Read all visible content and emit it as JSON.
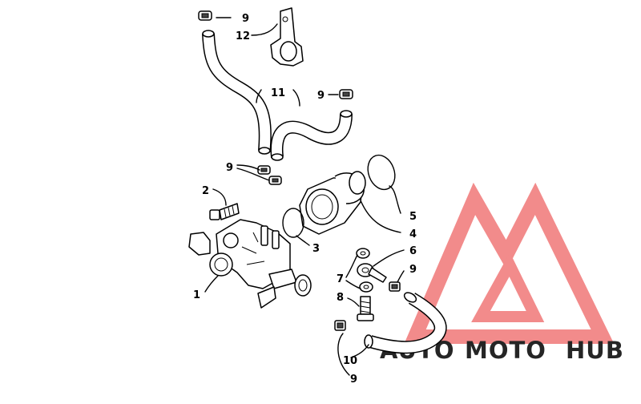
{
  "diagram": {
    "callouts": [
      {
        "id": "c9a",
        "label": "9"
      },
      {
        "id": "c12",
        "label": "12"
      },
      {
        "id": "c11",
        "label": "11"
      },
      {
        "id": "c9b",
        "label": "9"
      },
      {
        "id": "c9c",
        "label": "9"
      },
      {
        "id": "c2",
        "label": "2"
      },
      {
        "id": "c5",
        "label": "5"
      },
      {
        "id": "c4",
        "label": "4"
      },
      {
        "id": "c3",
        "label": "3"
      },
      {
        "id": "c6",
        "label": "6"
      },
      {
        "id": "c7",
        "label": "7"
      },
      {
        "id": "c9d",
        "label": "9"
      },
      {
        "id": "c1",
        "label": "1"
      },
      {
        "id": "c8",
        "label": "8"
      },
      {
        "id": "c10",
        "label": "10"
      },
      {
        "id": "c9e",
        "label": "9"
      }
    ]
  },
  "watermark": {
    "part1": "AUTO",
    "part2": "MOTO",
    "part3": "HUB",
    "colors": {
      "triangle": "#f07777",
      "auto": "#f5c27a",
      "moto": "#f08a8a",
      "hub": "#8a8a8a"
    }
  }
}
